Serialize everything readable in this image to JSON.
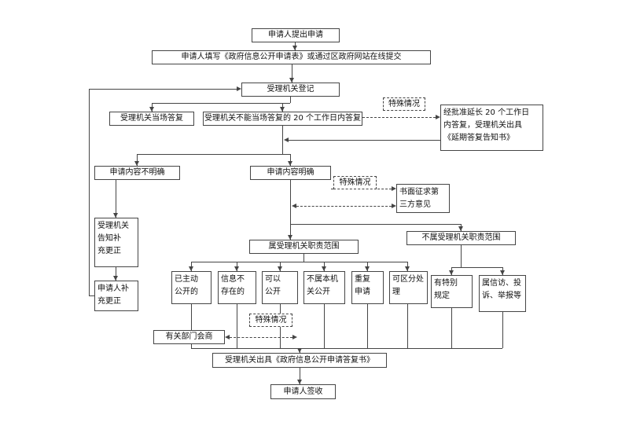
{
  "flowchart": {
    "colors": {
      "line": "#454545",
      "box_border": "#454545",
      "text": "#111111",
      "background": "#ffffff"
    },
    "nodes": {
      "submit_application": {
        "label": "申请人提出申请"
      },
      "fill_form": {
        "label": "申请人填写《政府信息公开申请表》或通过区政府网站在线提交"
      },
      "registration": {
        "label": "受理机关登记"
      },
      "onsite_reply": {
        "label": "受理机关当场答复"
      },
      "reply_within_20_days": {
        "label": "受理机关不能当场答复的 20 个工作日内答复"
      },
      "special_case_extension": {
        "label": "特殊情况"
      },
      "extension_reply": {
        "label": "经批准延长 20 个工作日\n内答复，受理机关出具\n《延期答复告知书》"
      },
      "content_unclear": {
        "label": "申请内容不明确"
      },
      "content_clear": {
        "label": "申请内容明确"
      },
      "special_case_third_party": {
        "label": "特殊情况"
      },
      "third_party_opinion": {
        "label": "书面征求第\n三方意见"
      },
      "notify_supplement": {
        "label": "受理机关\n告知补\n充更正"
      },
      "in_scope": {
        "label": "属受理机关职责范围"
      },
      "out_of_scope": {
        "label": "不属受理机关职责范围"
      },
      "applicant_supplement": {
        "label": "申请人补\n充更正"
      },
      "already_disclosed": {
        "label": "已主动\n公开的"
      },
      "info_not_exist": {
        "label": "信息不\n存在的"
      },
      "can_disclose": {
        "label": "可以\n公开"
      },
      "other_agency": {
        "label": "不属本机\n关公开"
      },
      "duplicate_request": {
        "label": "重复\n申请"
      },
      "separable_handling": {
        "label": "可区分处\n理"
      },
      "special_provisions": {
        "label": "有特别\n规定"
      },
      "petition_complaint": {
        "label": "属信访、投\n诉、举报等"
      },
      "special_case_consult": {
        "label": "特殊情况"
      },
      "dept_consultation": {
        "label": "有关部门会商"
      },
      "reply_document": {
        "label": "受理机关出具《政府信息公开申请答复书》"
      },
      "sign_receipt": {
        "label": "申请人签收"
      }
    }
  }
}
